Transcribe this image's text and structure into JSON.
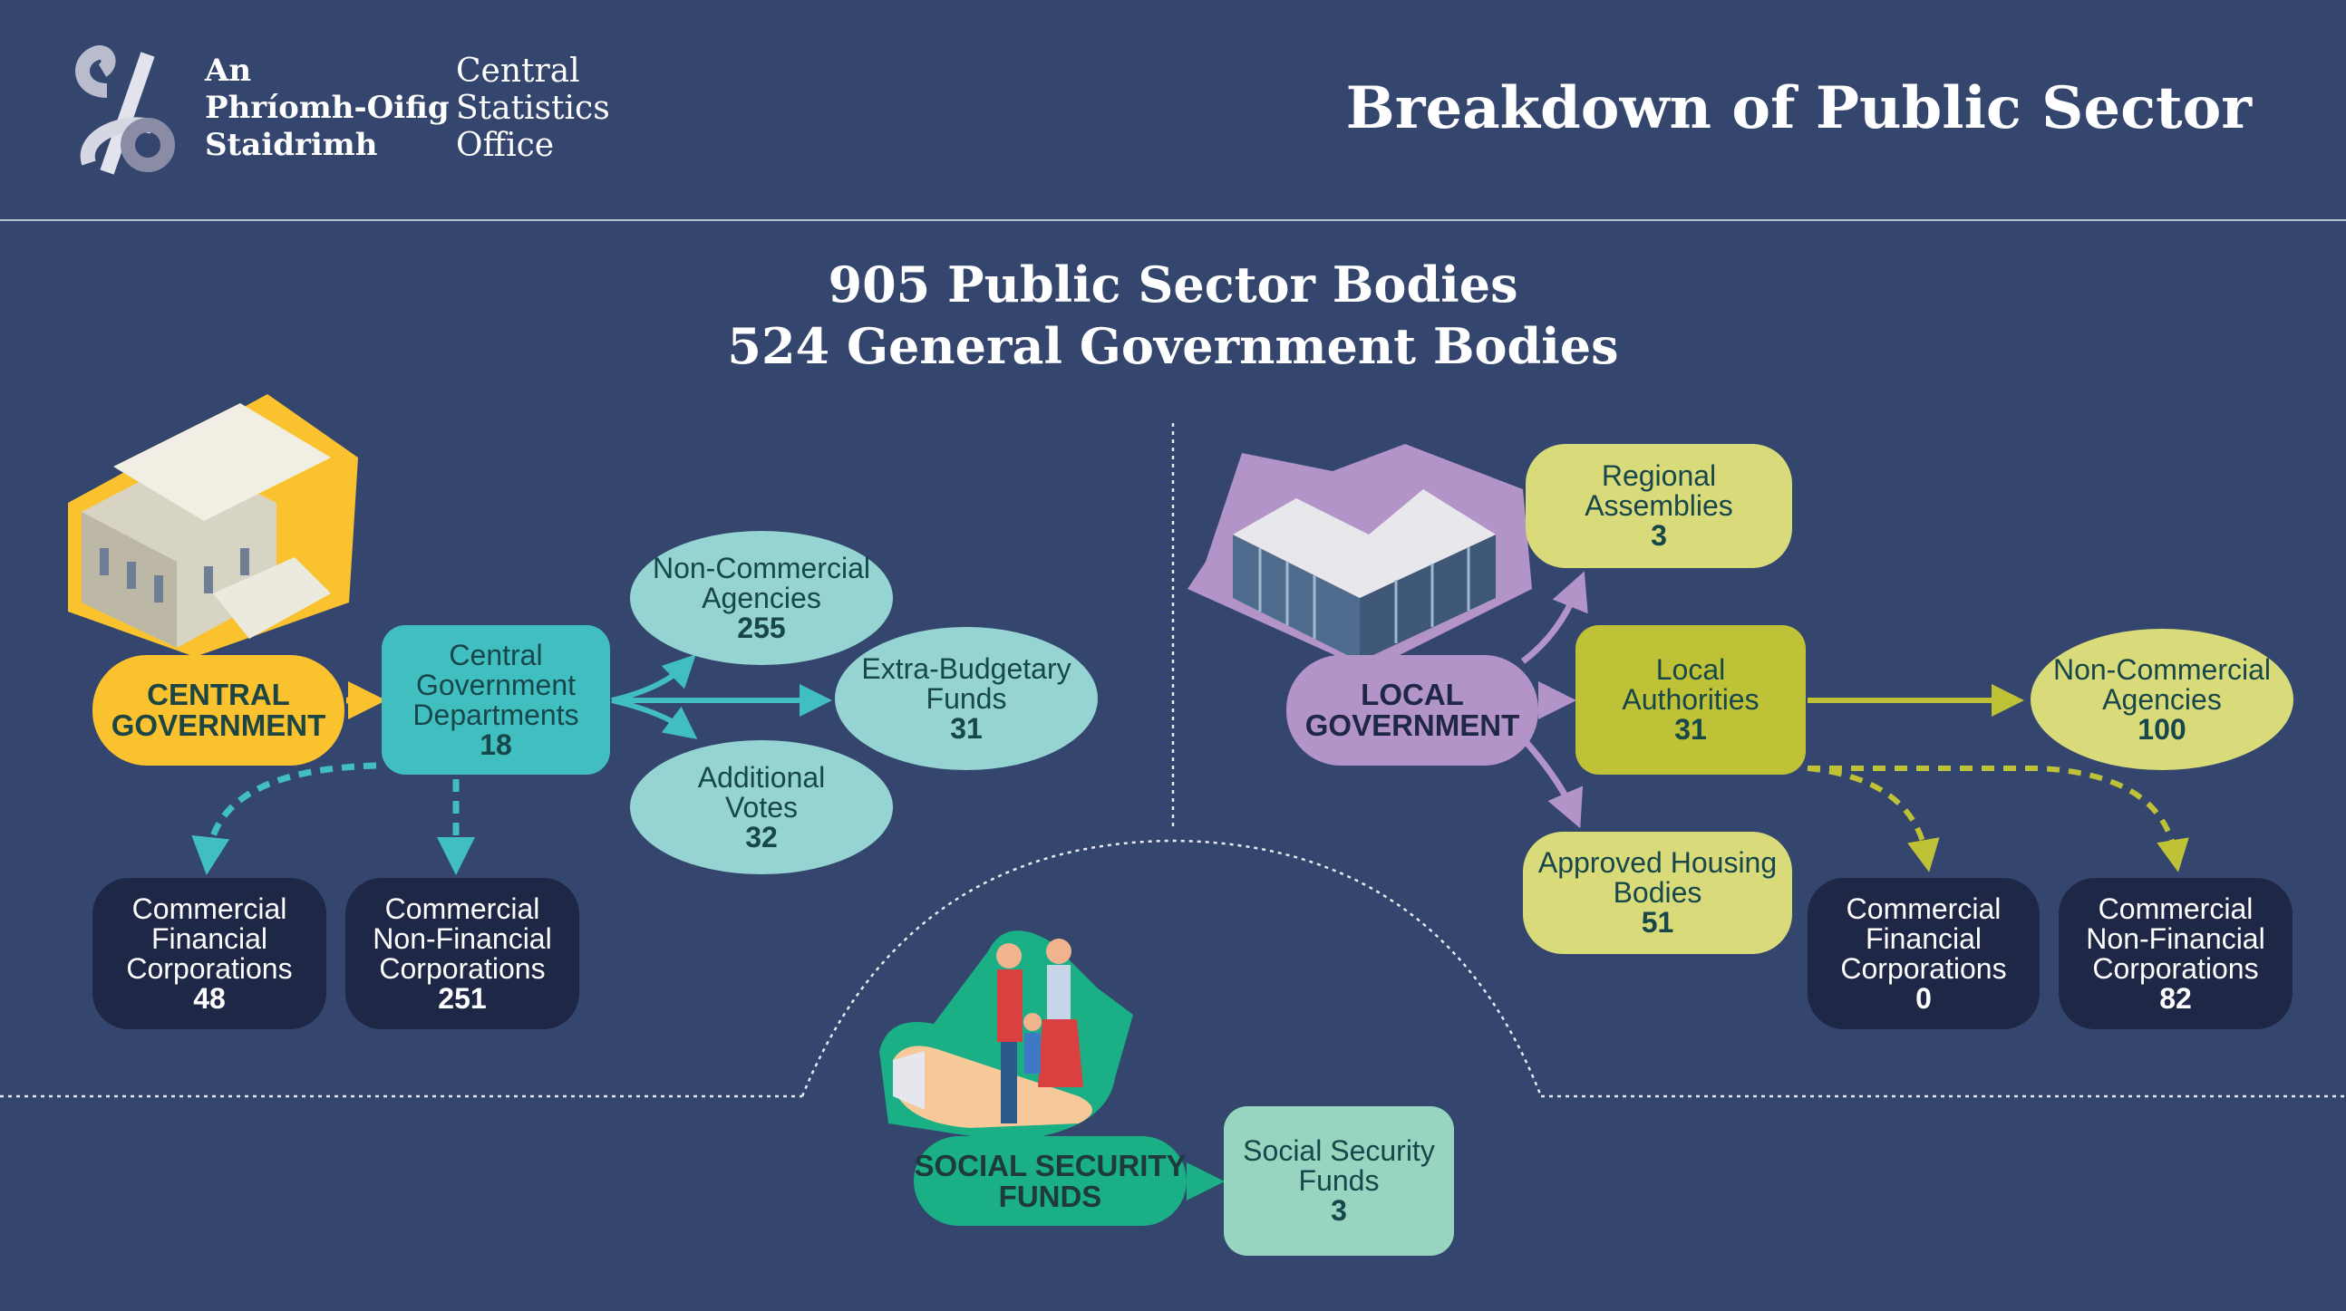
{
  "header": {
    "logo_irish": [
      "An",
      "Phríomh-Oifig",
      "Staidrimh"
    ],
    "logo_english": [
      "Central",
      "Statistics",
      "Office"
    ],
    "title": "Breakdown of Public Sector"
  },
  "summary": {
    "line1": "905 Public Sector Bodies",
    "line2": "524 General Government Bodies"
  },
  "central": {
    "label": [
      "CENTRAL",
      "GOVERNMENT"
    ],
    "departments": {
      "label": [
        "Central",
        "Government",
        "Departments"
      ],
      "count": "18"
    },
    "non_commercial": {
      "label": [
        "Non-Commercial",
        "Agencies"
      ],
      "count": "255"
    },
    "extra_budgetary": {
      "label": [
        "Extra-Budgetary",
        "Funds"
      ],
      "count": "31"
    },
    "additional_votes": {
      "label": [
        "Additional",
        "Votes"
      ],
      "count": "32"
    },
    "cfc": {
      "label": [
        "Commercial",
        "Financial",
        "Corporations"
      ],
      "count": "48"
    },
    "cnfc": {
      "label": [
        "Commercial",
        "Non-Financial",
        "Corporations"
      ],
      "count": "251"
    }
  },
  "local": {
    "label": [
      "LOCAL",
      "GOVERNMENT"
    ],
    "regional": {
      "label": [
        "Regional",
        "Assemblies"
      ],
      "count": "3"
    },
    "authorities": {
      "label": [
        "Local",
        "Authorities"
      ],
      "count": "31"
    },
    "housing": {
      "label": [
        "Approved Housing",
        "Bodies"
      ],
      "count": "51"
    },
    "non_commercial": {
      "label": [
        "Non-Commercial",
        "Agencies"
      ],
      "count": "100"
    },
    "cfc": {
      "label": [
        "Commercial",
        "Financial",
        "Corporations"
      ],
      "count": "0"
    },
    "cnfc": {
      "label": [
        "Commercial",
        "Non-Financial",
        "Corporations"
      ],
      "count": "82"
    }
  },
  "social": {
    "label": [
      "SOCIAL SECURITY",
      "FUNDS"
    ],
    "funds": {
      "label": [
        "Social Security",
        "Funds"
      ],
      "count": "3"
    }
  },
  "colors": {
    "background": "#34466d",
    "central": "#f9c22e",
    "teal": "#41bfc0",
    "light_teal": "#95d4d2",
    "local": "#b394c9",
    "olive": "#bfc136",
    "light_olive": "#d9db7a",
    "green": "#1aaf84",
    "mint": "#97d5c0",
    "dark": "#1f2746"
  }
}
